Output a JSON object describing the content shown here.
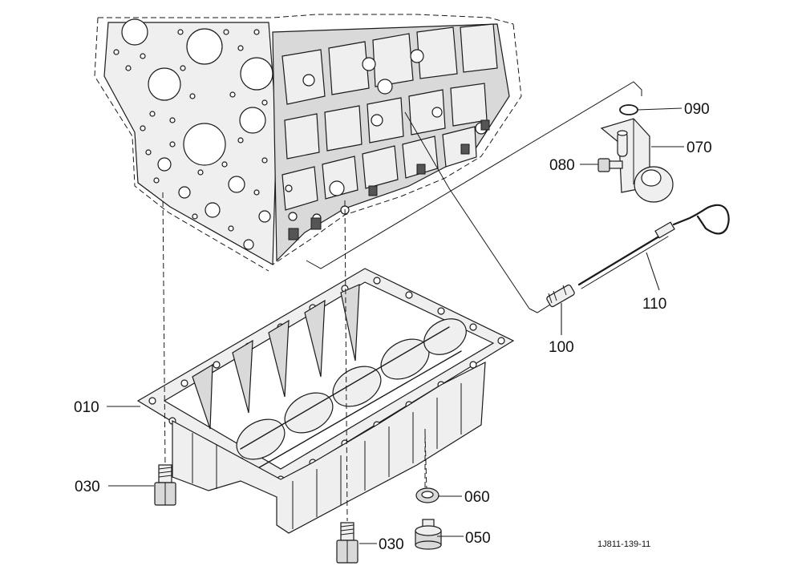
{
  "figure": {
    "reference_code": "1J811-139-11",
    "callouts": {
      "p010": "010",
      "p030_left": "030",
      "p030_bottom": "030",
      "p050": "050",
      "p060": "060",
      "p070": "070",
      "p080": "080",
      "p090": "090",
      "p100": "100",
      "p110": "110"
    }
  }
}
